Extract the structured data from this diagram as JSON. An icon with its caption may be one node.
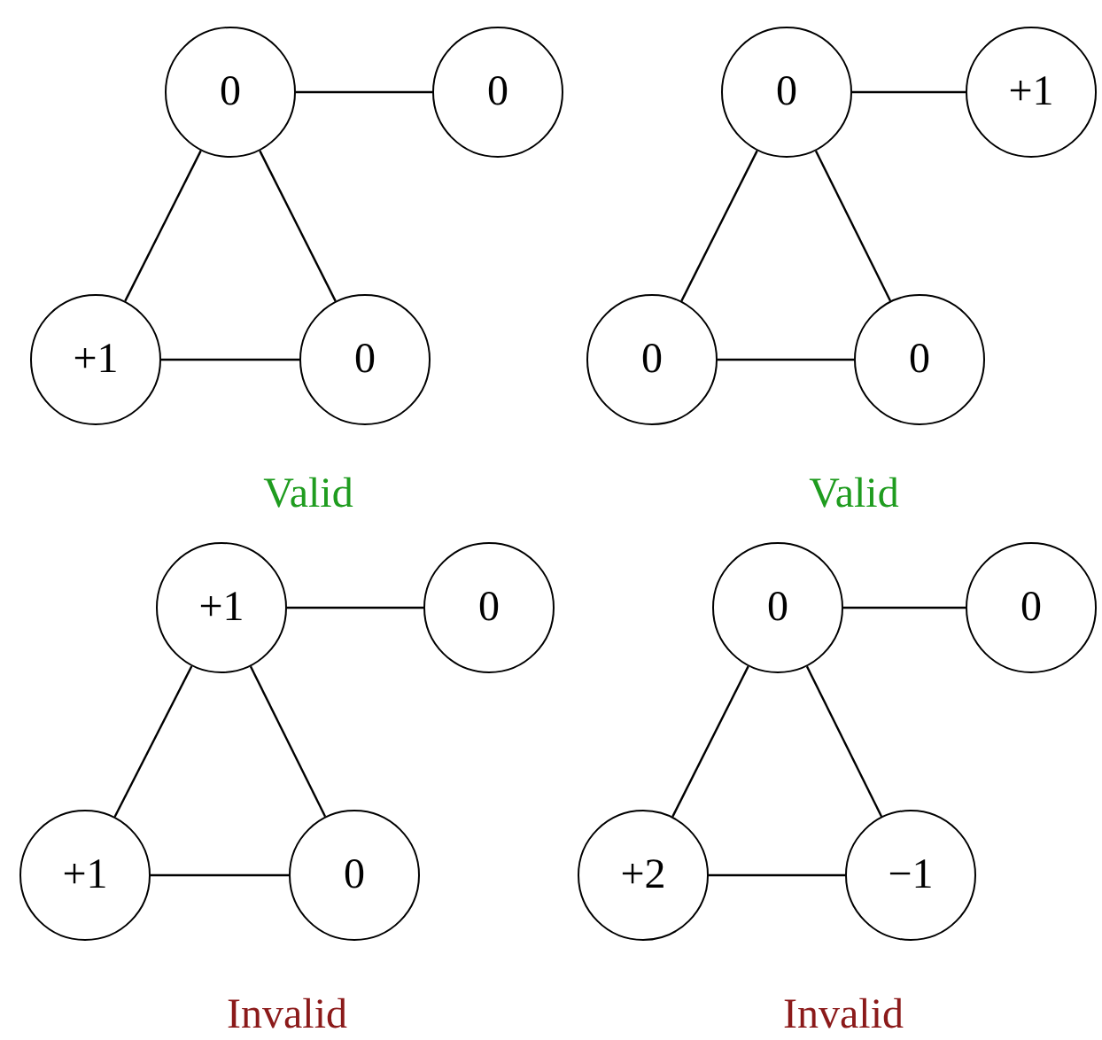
{
  "diagram": {
    "nodes": [
      {
        "text": [
          "0"
        ]
      },
      {
        "text": [
          "0"
        ]
      },
      {
        "text": [
          "+1"
        ]
      },
      {
        "text": [
          "0"
        ]
      },
      {
        "text": [
          "0"
        ]
      },
      {
        "text": [
          "+1"
        ]
      },
      {
        "text": [
          "0"
        ]
      },
      {
        "text": [
          "0"
        ]
      },
      {
        "text": [
          "+1"
        ]
      },
      {
        "text": [
          "0"
        ]
      },
      {
        "text": [
          "+1"
        ]
      },
      {
        "text": [
          "0"
        ]
      },
      {
        "text": [
          "0"
        ]
      },
      {
        "text": [
          "0"
        ]
      },
      {
        "text": [
          "+2"
        ]
      },
      {
        "text": [
          "−1"
        ]
      }
    ],
    "edges": [
      {
        "from": 0,
        "to": 1,
        "arrow": "none"
      },
      {
        "from": 0,
        "to": 2,
        "arrow": "none"
      },
      {
        "from": 0,
        "to": 3,
        "arrow": "none"
      },
      {
        "from": 2,
        "to": 3,
        "arrow": "none"
      },
      {
        "from": 4,
        "to": 5,
        "arrow": "none"
      },
      {
        "from": 4,
        "to": 6,
        "arrow": "none"
      },
      {
        "from": 4,
        "to": 7,
        "arrow": "none"
      },
      {
        "from": 6,
        "to": 7,
        "arrow": "none"
      },
      {
        "from": 8,
        "to": 9,
        "arrow": "none"
      },
      {
        "from": 8,
        "to": 10,
        "arrow": "none"
      },
      {
        "from": 8,
        "to": 11,
        "arrow": "none"
      },
      {
        "from": 10,
        "to": 11,
        "arrow": "none"
      },
      {
        "from": 12,
        "to": 13,
        "arrow": "none"
      },
      {
        "from": 12,
        "to": 14,
        "arrow": "none"
      },
      {
        "from": 12,
        "to": 15,
        "arrow": "none"
      },
      {
        "from": 14,
        "to": 15,
        "arrow": "none"
      }
    ],
    "labels": [
      "Valid",
      "Valid",
      "Invalid",
      "Invalid"
    ]
  }
}
